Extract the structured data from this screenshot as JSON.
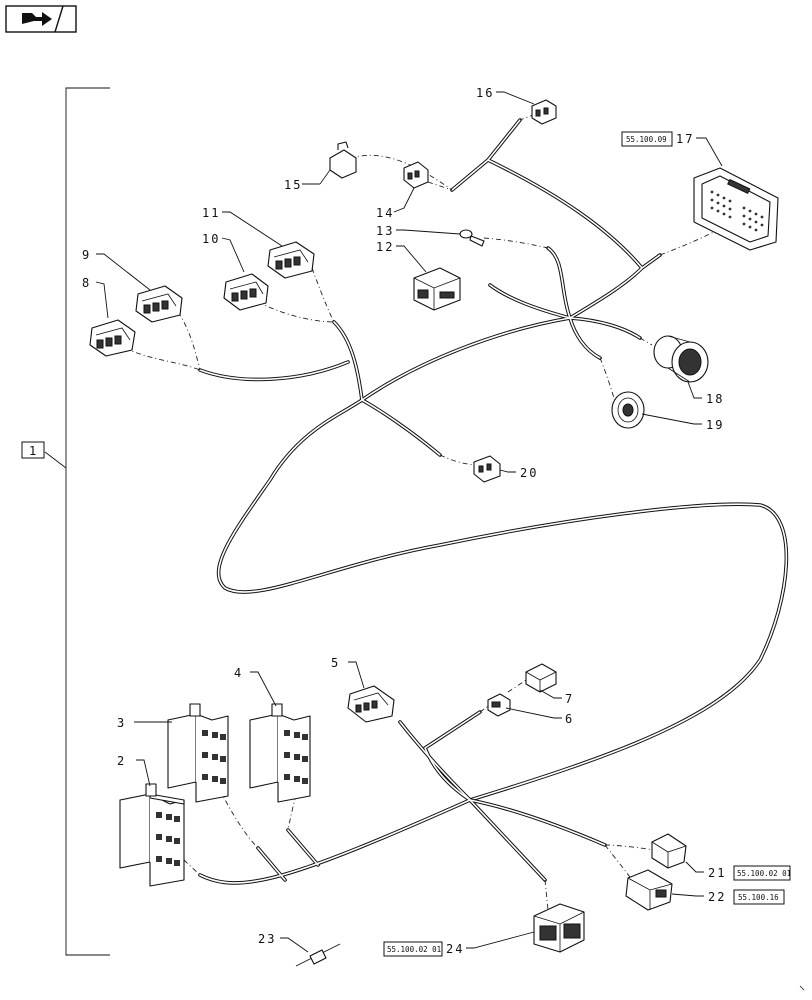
{
  "nav": {
    "icon": "arrow-icon"
  },
  "main_callout": "1",
  "callouts": [
    {
      "id": "c2",
      "text": "2"
    },
    {
      "id": "c3",
      "text": "3"
    },
    {
      "id": "c4",
      "text": "4"
    },
    {
      "id": "c5",
      "text": "5"
    },
    {
      "id": "c6",
      "text": "6"
    },
    {
      "id": "c7",
      "text": "7"
    },
    {
      "id": "c8",
      "text": "8"
    },
    {
      "id": "c9",
      "text": "9"
    },
    {
      "id": "c10",
      "text": "10"
    },
    {
      "id": "c11",
      "text": "11"
    },
    {
      "id": "c12",
      "text": "12"
    },
    {
      "id": "c13",
      "text": "13"
    },
    {
      "id": "c14",
      "text": "14"
    },
    {
      "id": "c15",
      "text": "15"
    },
    {
      "id": "c16",
      "text": "16"
    },
    {
      "id": "c17",
      "text": "17"
    },
    {
      "id": "c18",
      "text": "18"
    },
    {
      "id": "c19",
      "text": "19"
    },
    {
      "id": "c20",
      "text": "20"
    },
    {
      "id": "c21",
      "text": "21"
    },
    {
      "id": "c22",
      "text": "22"
    },
    {
      "id": "c23",
      "text": "23"
    },
    {
      "id": "c24",
      "text": "24"
    }
  ],
  "references": {
    "r17": "55.100.09",
    "r21": "55.100.02 01",
    "r22": "55.100.16",
    "r24": "55.100.02 01"
  }
}
